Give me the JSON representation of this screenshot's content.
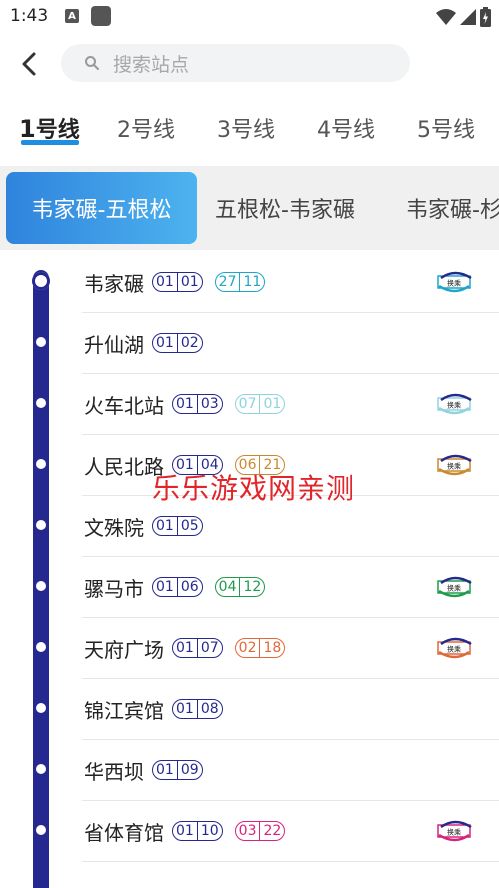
{
  "status_bar": {
    "time": "1:43",
    "a_badge": "A"
  },
  "search": {
    "placeholder": "搜索站点"
  },
  "line_tabs": [
    {
      "num": "1",
      "suffix": "号线"
    },
    {
      "num": "2",
      "suffix": "号线"
    },
    {
      "num": "3",
      "suffix": "号线"
    },
    {
      "num": "4",
      "suffix": "号线"
    },
    {
      "num": "5",
      "suffix": "号线"
    }
  ],
  "direction_tabs": [
    "韦家碾-五根松",
    "五根松-韦家碾",
    "韦家碾-杉"
  ],
  "colors": {
    "line1": "#25288e",
    "line27": "#1ea6c8",
    "line7": "#8fd3de",
    "line6": "#c9892e",
    "line4": "#1e9b4d",
    "line2": "#e0693a",
    "line3": "#d6237b",
    "accent": "#1f8de0"
  },
  "stations": [
    {
      "name": "韦家碾",
      "codes": [
        {
          "a": "01",
          "b": "01",
          "line": "line1"
        },
        {
          "a": "27",
          "b": "11",
          "line": "line27"
        }
      ],
      "transfer": "line27"
    },
    {
      "name": "升仙湖",
      "codes": [
        {
          "a": "01",
          "b": "02",
          "line": "line1"
        }
      ]
    },
    {
      "name": "火车北站",
      "codes": [
        {
          "a": "01",
          "b": "03",
          "line": "line1"
        },
        {
          "a": "07",
          "b": "01",
          "line": "line7"
        }
      ],
      "transfer": "line7"
    },
    {
      "name": "人民北路",
      "codes": [
        {
          "a": "01",
          "b": "04",
          "line": "line1"
        },
        {
          "a": "06",
          "b": "21",
          "line": "line6"
        }
      ],
      "transfer": "line6"
    },
    {
      "name": "文殊院",
      "codes": [
        {
          "a": "01",
          "b": "05",
          "line": "line1"
        }
      ]
    },
    {
      "name": "骡马市",
      "codes": [
        {
          "a": "01",
          "b": "06",
          "line": "line1"
        },
        {
          "a": "04",
          "b": "12",
          "line": "line4"
        }
      ],
      "transfer": "line4"
    },
    {
      "name": "天府广场",
      "codes": [
        {
          "a": "01",
          "b": "07",
          "line": "line1"
        },
        {
          "a": "02",
          "b": "18",
          "line": "line2"
        }
      ],
      "transfer": "line2"
    },
    {
      "name": "锦江宾馆",
      "codes": [
        {
          "a": "01",
          "b": "08",
          "line": "line1"
        }
      ]
    },
    {
      "name": "华西坝",
      "codes": [
        {
          "a": "01",
          "b": "09",
          "line": "line1"
        }
      ]
    },
    {
      "name": "省体育馆",
      "codes": [
        {
          "a": "01",
          "b": "10",
          "line": "line1"
        },
        {
          "a": "03",
          "b": "22",
          "line": "line3"
        }
      ],
      "transfer": "line3"
    }
  ],
  "transfer_label": "换乘",
  "watermark": "乐乐游戏网亲测"
}
